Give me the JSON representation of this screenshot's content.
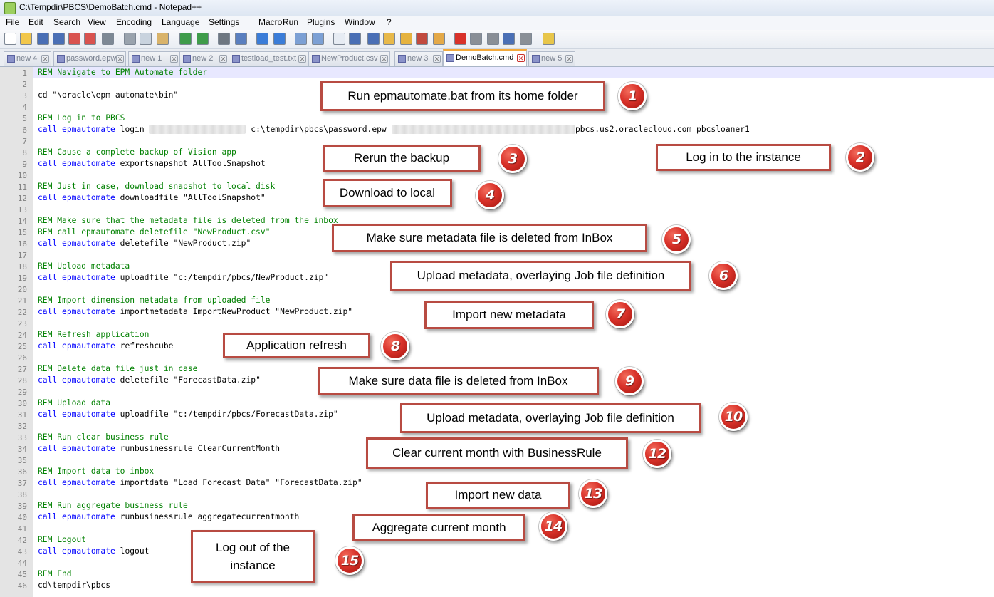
{
  "window": {
    "title": "C:\\Tempdir\\PBCS\\DemoBatch.cmd - Notepad++"
  },
  "menu": [
    "File",
    "Edit",
    "Search",
    "View",
    "Encoding",
    "Language",
    "Settings",
    "Macro",
    "Run",
    "Plugins",
    "Window",
    "?"
  ],
  "toolbar_icons": [
    "new-file-icon",
    "open-file-icon",
    "save-icon",
    "save-all-icon",
    "close-icon",
    "close-all-icon",
    "print-icon",
    "cut-icon",
    "copy-icon",
    "paste-icon",
    "undo-icon",
    "redo-icon",
    "find-icon",
    "replace-icon",
    "zoom-in-icon",
    "zoom-out-icon",
    "sync-vertical-icon",
    "sync-horizontal-icon",
    "word-wrap-icon",
    "show-all-chars-icon",
    "indent-guide-icon",
    "folder-as-workspace-icon",
    "document-map-icon",
    "function-list-icon",
    "monitoring-icon",
    "record-macro-icon",
    "stop-record-icon",
    "play-macro-icon",
    "run-macro-multiple-icon",
    "save-macro-icon",
    "launch-browser-icon"
  ],
  "tabs": [
    {
      "label": "new 4",
      "active": false
    },
    {
      "label": "password.epw",
      "active": false
    },
    {
      "label": "new 1",
      "active": false
    },
    {
      "label": "new 2",
      "active": false
    },
    {
      "label": "testload_test.txt",
      "active": false
    },
    {
      "label": "NewProduct.csv",
      "active": false
    },
    {
      "label": "new 3",
      "active": false
    },
    {
      "label": "DemoBatch.cmd",
      "active": true
    },
    {
      "label": "new 5",
      "active": false
    }
  ],
  "lines": [
    [
      {
        "t": "REM Navigate to EPM Automate folder",
        "c": "rem"
      }
    ],
    [],
    [
      {
        "t": "cd \"\\oracle\\epm automate\\bin\"",
        "c": ""
      }
    ],
    [],
    [
      {
        "t": "REM Log in to PBCS",
        "c": "rem"
      }
    ],
    [
      {
        "t": "call ",
        "c": "kw"
      },
      {
        "t": "epmautomate",
        "c": "kw"
      },
      {
        "t": " login ",
        "c": ""
      },
      {
        "t": "xxxxxxxxxxxxxxxxxxxx",
        "c": "blur"
      },
      {
        "t": " c:\\tempdir\\pbcs\\password.epw ",
        "c": ""
      },
      {
        "t": "xxxxxxxxxxxxxxxxxxxxxxxxxxxxxxxxxxxxxx",
        "c": "blur"
      },
      {
        "t": "pbcs.us2.oraclecloud.com",
        "c": "ul"
      },
      {
        "t": " pbcsloaner1",
        "c": ""
      }
    ],
    [],
    [
      {
        "t": "REM Cause a complete backup of Vision app",
        "c": "rem"
      }
    ],
    [
      {
        "t": "call ",
        "c": "kw"
      },
      {
        "t": "epmautomate",
        "c": "kw"
      },
      {
        "t": " exportsnapshot AllToolSnapshot",
        "c": ""
      }
    ],
    [],
    [
      {
        "t": "REM Just in case, download snapshot to local disk",
        "c": "rem"
      }
    ],
    [
      {
        "t": "call ",
        "c": "kw"
      },
      {
        "t": "epmautomate",
        "c": "kw"
      },
      {
        "t": " downloadfile \"AllToolSnapshot\"",
        "c": ""
      }
    ],
    [],
    [
      {
        "t": "REM Make sure that the metadata file is deleted from the inbox",
        "c": "rem"
      }
    ],
    [
      {
        "t": "REM call epmautomate deletefile \"NewProduct.csv\"",
        "c": "rem"
      }
    ],
    [
      {
        "t": "call ",
        "c": "kw"
      },
      {
        "t": "epmautomate",
        "c": "kw"
      },
      {
        "t": " deletefile \"NewProduct.zip\"",
        "c": ""
      }
    ],
    [],
    [
      {
        "t": "REM Upload metadata",
        "c": "rem"
      }
    ],
    [
      {
        "t": "call ",
        "c": "kw"
      },
      {
        "t": "epmautomate",
        "c": "kw"
      },
      {
        "t": " uploadfile \"c:/tempdir/pbcs/NewProduct.zip\"",
        "c": ""
      }
    ],
    [],
    [
      {
        "t": "REM Import dimension metadata from uploaded file",
        "c": "rem"
      }
    ],
    [
      {
        "t": "call ",
        "c": "kw"
      },
      {
        "t": "epmautomate",
        "c": "kw"
      },
      {
        "t": " importmetadata ImportNewProduct \"NewProduct.zip\"",
        "c": ""
      }
    ],
    [],
    [
      {
        "t": "REM Refresh application",
        "c": "rem"
      }
    ],
    [
      {
        "t": "call ",
        "c": "kw"
      },
      {
        "t": "epmautomate",
        "c": "kw"
      },
      {
        "t": " refreshcube",
        "c": ""
      }
    ],
    [],
    [
      {
        "t": "REM Delete data file just in case",
        "c": "rem"
      }
    ],
    [
      {
        "t": "call ",
        "c": "kw"
      },
      {
        "t": "epmautomate",
        "c": "kw"
      },
      {
        "t": " deletefile \"ForecastData.zip\"",
        "c": ""
      }
    ],
    [],
    [
      {
        "t": "REM Upload data",
        "c": "rem"
      }
    ],
    [
      {
        "t": "call ",
        "c": "kw"
      },
      {
        "t": "epmautomate",
        "c": "kw"
      },
      {
        "t": " uploadfile \"c:/tempdir/pbcs/ForecastData.zip\"",
        "c": ""
      }
    ],
    [],
    [
      {
        "t": "REM Run clear business rule",
        "c": "rem"
      }
    ],
    [
      {
        "t": "call ",
        "c": "kw"
      },
      {
        "t": "epmautomate",
        "c": "kw"
      },
      {
        "t": " runbusinessrule ClearCurrentMonth",
        "c": ""
      }
    ],
    [],
    [
      {
        "t": "REM Import data to inbox",
        "c": "rem"
      }
    ],
    [
      {
        "t": "call ",
        "c": "kw"
      },
      {
        "t": "epmautomate",
        "c": "kw"
      },
      {
        "t": " importdata \"Load Forecast Data\" \"ForecastData.zip\"",
        "c": ""
      }
    ],
    [],
    [
      {
        "t": "REM Run aggregate business rule",
        "c": "rem"
      }
    ],
    [
      {
        "t": "call ",
        "c": "kw"
      },
      {
        "t": "epmautomate",
        "c": "kw"
      },
      {
        "t": " runbusinessrule aggregatecurrentmonth",
        "c": ""
      }
    ],
    [],
    [
      {
        "t": "REM Logout",
        "c": "rem"
      }
    ],
    [
      {
        "t": "call ",
        "c": "kw"
      },
      {
        "t": "epmautomate",
        "c": "kw"
      },
      {
        "t": " logout",
        "c": ""
      }
    ],
    [],
    [
      {
        "t": "REM End",
        "c": "rem"
      }
    ],
    [
      {
        "t": "cd\\tempdir\\pbcs",
        "c": ""
      }
    ]
  ],
  "callouts": [
    {
      "num": "1",
      "text": "Run epmautomate.bat from its home folder"
    },
    {
      "num": "2",
      "text": "Log in to the instance"
    },
    {
      "num": "3",
      "text": "Rerun the backup"
    },
    {
      "num": "4",
      "text": "Download to local"
    },
    {
      "num": "5",
      "text": "Make sure metadata file is deleted from InBox"
    },
    {
      "num": "6",
      "text": "Upload metadata, overlaying Job file definition"
    },
    {
      "num": "7",
      "text": "Import new metadata"
    },
    {
      "num": "8",
      "text": "Application refresh"
    },
    {
      "num": "9",
      "text": "Make sure data file is deleted from InBox"
    },
    {
      "num": "10",
      "text": "Upload metadata, overlaying Job file definition"
    },
    {
      "num": "12",
      "text": "Clear current month with BusinessRule"
    },
    {
      "num": "13",
      "text": "Import new data"
    },
    {
      "num": "14",
      "text": "Aggregate current month"
    },
    {
      "num": "15",
      "text": "Log out of the\ninstance"
    }
  ]
}
